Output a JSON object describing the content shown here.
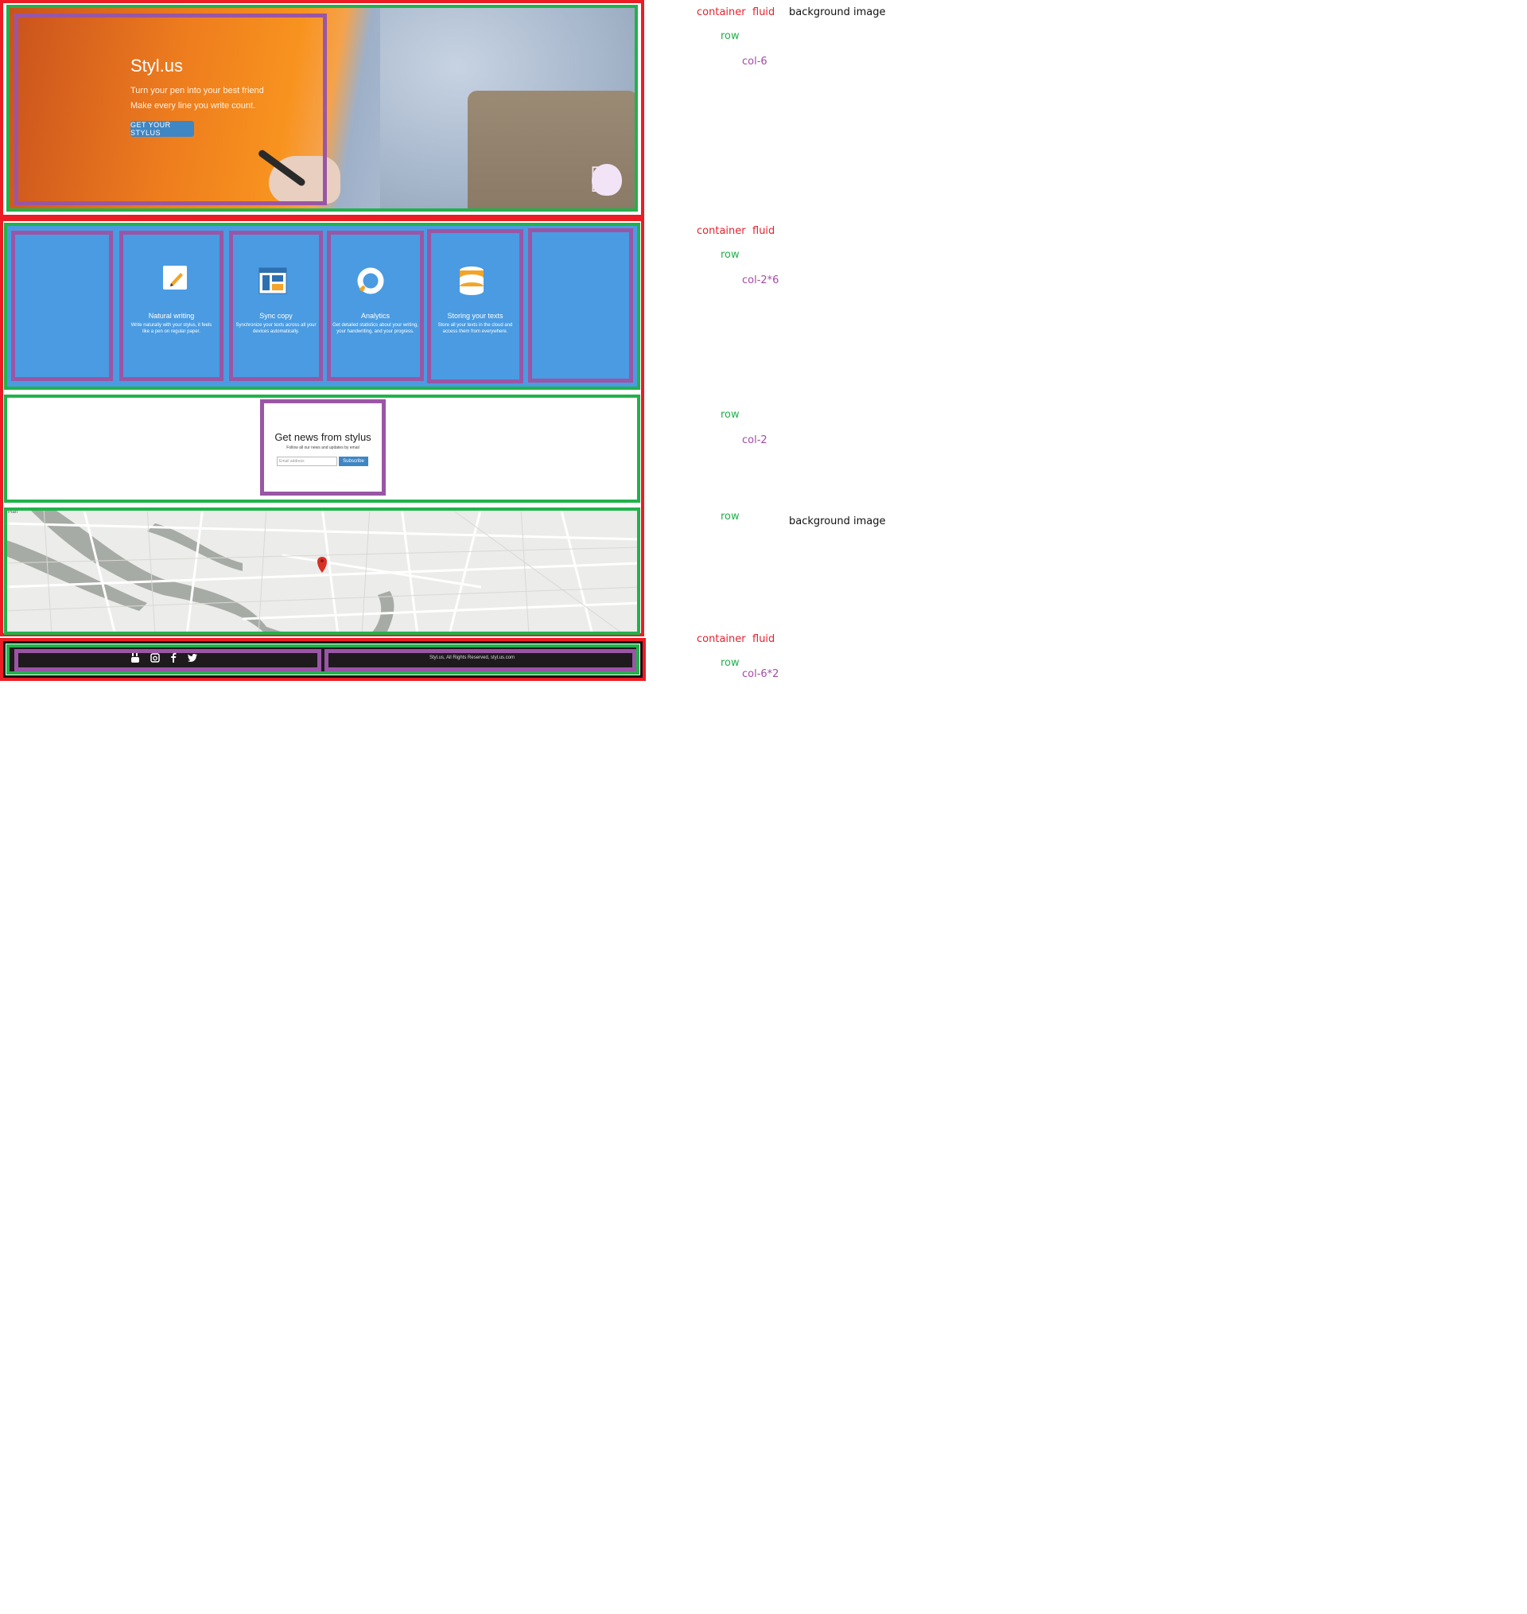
{
  "hero": {
    "title": "Styl.us",
    "tagline": "Turn your pen into your best friend",
    "subline": "Make every line you write count.",
    "button": "GET YOUR STYLUS"
  },
  "features": [
    {
      "title": "Natural writing",
      "text": "Write naturally with your stylus, it feels like a pen on regular paper.",
      "icon": "pencil-icon"
    },
    {
      "title": "Sync copy",
      "text": "Synchronize your texts across all your devices automatically.",
      "icon": "layout-icon"
    },
    {
      "title": "Analytics",
      "text": "Get detailed statistics about your writing, your handwriting, and your progress.",
      "icon": "ring-icon"
    },
    {
      "title": "Storing your texts",
      "text": "Store all your texts in the cloud and access them from everywhere.",
      "icon": "database-icon"
    }
  ],
  "newsletter": {
    "title": "Get news from stylus",
    "subtitle": "Follow all our news and updates by email",
    "placeholder": "Email address",
    "button": "Subscribe"
  },
  "map": {
    "tag": "Plan"
  },
  "footer": {
    "icons": [
      "youtube-icon",
      "instagram-icon",
      "facebook-icon",
      "twitter-icon"
    ],
    "text": "Styl.us, All Rights Reserved, styl.us.com"
  },
  "annotations": {
    "s1_container": "container",
    "s1_fluid": "fluid",
    "s1_bg": "background image",
    "s1_row": "row",
    "s1_col": "col-6",
    "s2_container": "container",
    "s2_fluid": "fluid",
    "s2_row": "row",
    "s2_col": "col-2*6",
    "s3_row": "row",
    "s3_col": "col-2",
    "s4_row": "row",
    "s4_bg": "background image",
    "s5_container": "container",
    "s5_fluid": "fluid",
    "s5_row": "row",
    "s5_col": "col-6*2"
  },
  "colors": {
    "container": "#ec1c24",
    "row": "#21b24b",
    "col": "#9a56a5",
    "feature_bg": "#4a9be1",
    "footer_bg": "#1e1a1e",
    "accent_button": "#3f86c4"
  }
}
